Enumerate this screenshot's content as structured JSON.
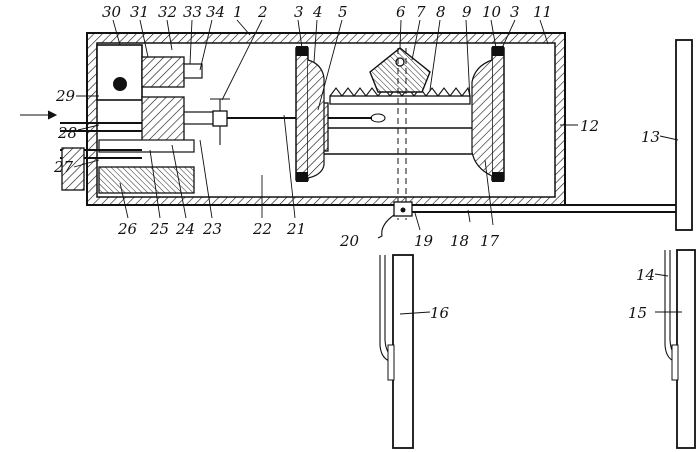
{
  "labels_top": [
    "30",
    "31",
    "32",
    "33",
    "34",
    "1",
    "3",
    "4",
    "5",
    "6",
    "7",
    "8",
    "9",
    "10",
    "3",
    "11"
  ],
  "labels_left": [
    "29",
    "28",
    "27"
  ],
  "labels_bottom": [
    "26",
    "25",
    "24",
    "23",
    "22",
    "21",
    "20",
    "19",
    "18",
    "17"
  ],
  "labels_right": [
    "12",
    "13",
    "14",
    "15",
    "16"
  ],
  "colors": {
    "ink": "#111111",
    "paper": "#ffffff"
  }
}
